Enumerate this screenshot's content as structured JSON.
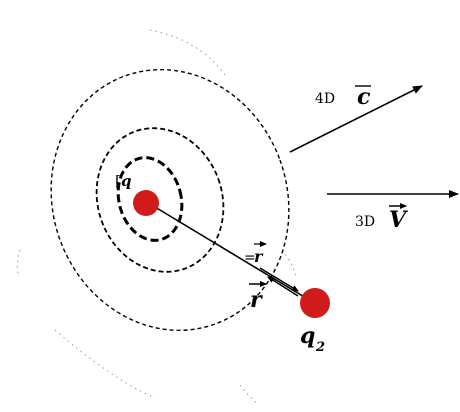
{
  "diagram": {
    "charge_center_label": "q",
    "charge_two_label": "q",
    "charge_two_subscript": "2",
    "vector_r_upper": "r",
    "vector_r_prefix": "=",
    "vector_r_lower": "r",
    "label_4d": "4D",
    "label_4d_vector": "c",
    "label_3d": "3D",
    "label_3d_vector": "V",
    "colors": {
      "charge": "#d11a1a",
      "line": "#000000",
      "faint": "#9a9a9a"
    }
  }
}
